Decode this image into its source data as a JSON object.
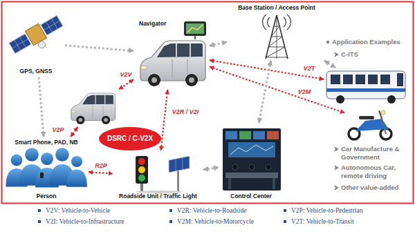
{
  "diagram": {
    "nodes": [
      {
        "text": [
          "GPS, GNSS"
        ]
      },
      {
        "text": [
          "Navigator"
        ]
      },
      {
        "text": [
          "Base Station / Access Point"
        ]
      },
      {
        "text": []
      },
      {
        "text": [
          "DSRC / C-V2X"
        ]
      },
      {
        "text": []
      },
      {
        "text": []
      },
      {
        "text": [
          "Smart Phone, PAD, NB",
          "Person"
        ]
      },
      {
        "text": [
          "Roadside Unit / Traffic Light"
        ]
      },
      {
        "text": [
          "Control Center"
        ]
      }
    ],
    "edges": [
      {
        "from": 1,
        "to": 3,
        "label": "V2V",
        "arrow": "both"
      },
      {
        "from": 3,
        "to": 7,
        "label": "V2P",
        "arrow": "both"
      },
      {
        "from": 1,
        "to": 8,
        "label": "V2R / V2I",
        "arrow": "both"
      },
      {
        "from": 1,
        "to": 5,
        "label": "V2T",
        "arrow": "both"
      },
      {
        "from": 1,
        "to": 6,
        "label": "V2M",
        "arrow": "both"
      },
      {
        "from": 7,
        "to": 8,
        "label": "R2P",
        "arrow": "both"
      },
      {
        "from": 0,
        "to": 1,
        "arrow": "to"
      },
      {
        "from": 0,
        "to": 7,
        "arrow": "to"
      },
      {
        "from": 1,
        "to": 2,
        "arrow": "both"
      },
      {
        "from": 2,
        "to": 5,
        "arrow": "both"
      },
      {
        "from": 2,
        "to": 9,
        "arrow": "both"
      },
      {
        "from": 8,
        "to": 9,
        "arrow": "both"
      }
    ],
    "labels": [
      "Application Examples",
      "C-ITS",
      "Car Manufacture & Government",
      "Autonomous Car, remote driving",
      "Other value-added"
    ],
    "legend": [
      {
        "text": "V2V: Vehicle-to-Vehicle"
      },
      {
        "text": "V2R: Vehicle-to-Roadside"
      },
      {
        "text": "V2P: Vehicle-to-Pedestrian"
      },
      {
        "text": "V2I: Vehicle-to-Infrastructure"
      },
      {
        "text": "V2M: Vehicle-to-Motorcycle"
      },
      {
        "text": "V2T: Vehicle-to-Transit"
      }
    ]
  }
}
